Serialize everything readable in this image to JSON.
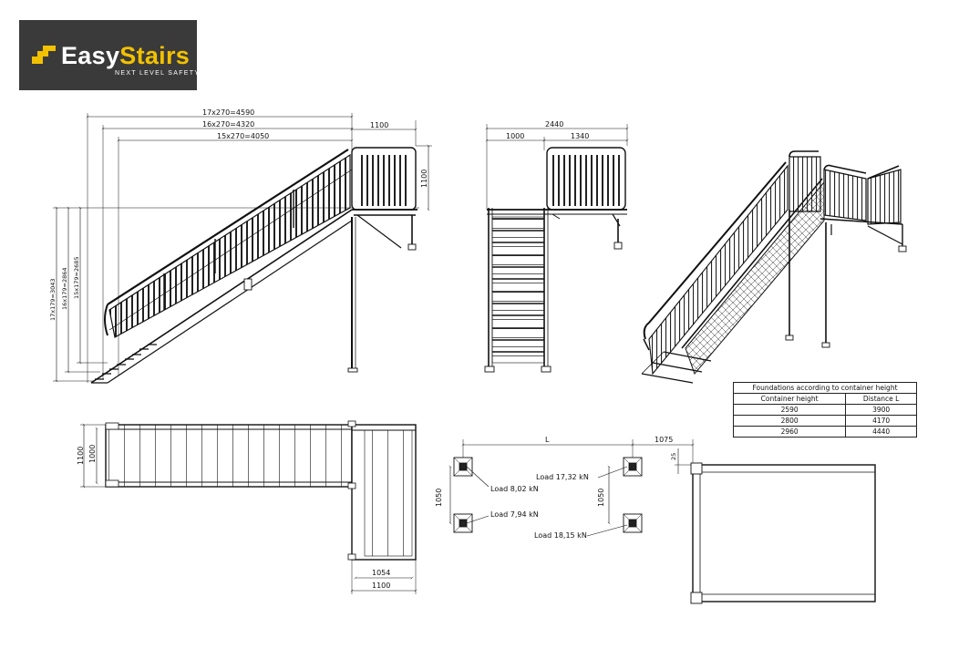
{
  "logo": {
    "word1": "Easy",
    "word2": "Stairs",
    "tagline": "NEXT LEVEL SAFETY",
    "colors": {
      "background": "#3a3a3a",
      "accent": "#f2c100",
      "text": "#ffffff"
    }
  },
  "side_view": {
    "dim_top_1": "17x270=4590",
    "dim_top_2": "16x270=4320",
    "dim_top_3": "15x270=4050",
    "dim_landing_width": "1100",
    "dim_rail_height": "1100",
    "dim_vert_1": "17x179=3043",
    "dim_vert_2": "16x179=2864",
    "dim_vert_3": "15x179=2685"
  },
  "front_view": {
    "dim_total": "2440",
    "dim_left": "1000",
    "dim_right": "1340"
  },
  "plan_view": {
    "dim_outer": "1100",
    "dim_inner": "1000",
    "dim_landing_inner": "1054",
    "dim_landing_outer": "1100"
  },
  "foundations_plan": {
    "dim_l": "L",
    "dim_offset": "1075",
    "dim_edge": "25",
    "dim_left_span": "1050",
    "dim_right_span": "1050",
    "load_top_left": "Load 8,02 kN",
    "load_bottom_left": "Load 7,94 kN",
    "load_top_right": "Load 17,32 kN",
    "load_bottom_right": "Load 18,15 kN"
  },
  "foundation_table": {
    "title": "Foundations according to container height",
    "headers": [
      "Container height",
      "Distance L"
    ],
    "rows": [
      [
        "2590",
        "3900"
      ],
      [
        "2800",
        "4170"
      ],
      [
        "2960",
        "4440"
      ]
    ]
  }
}
